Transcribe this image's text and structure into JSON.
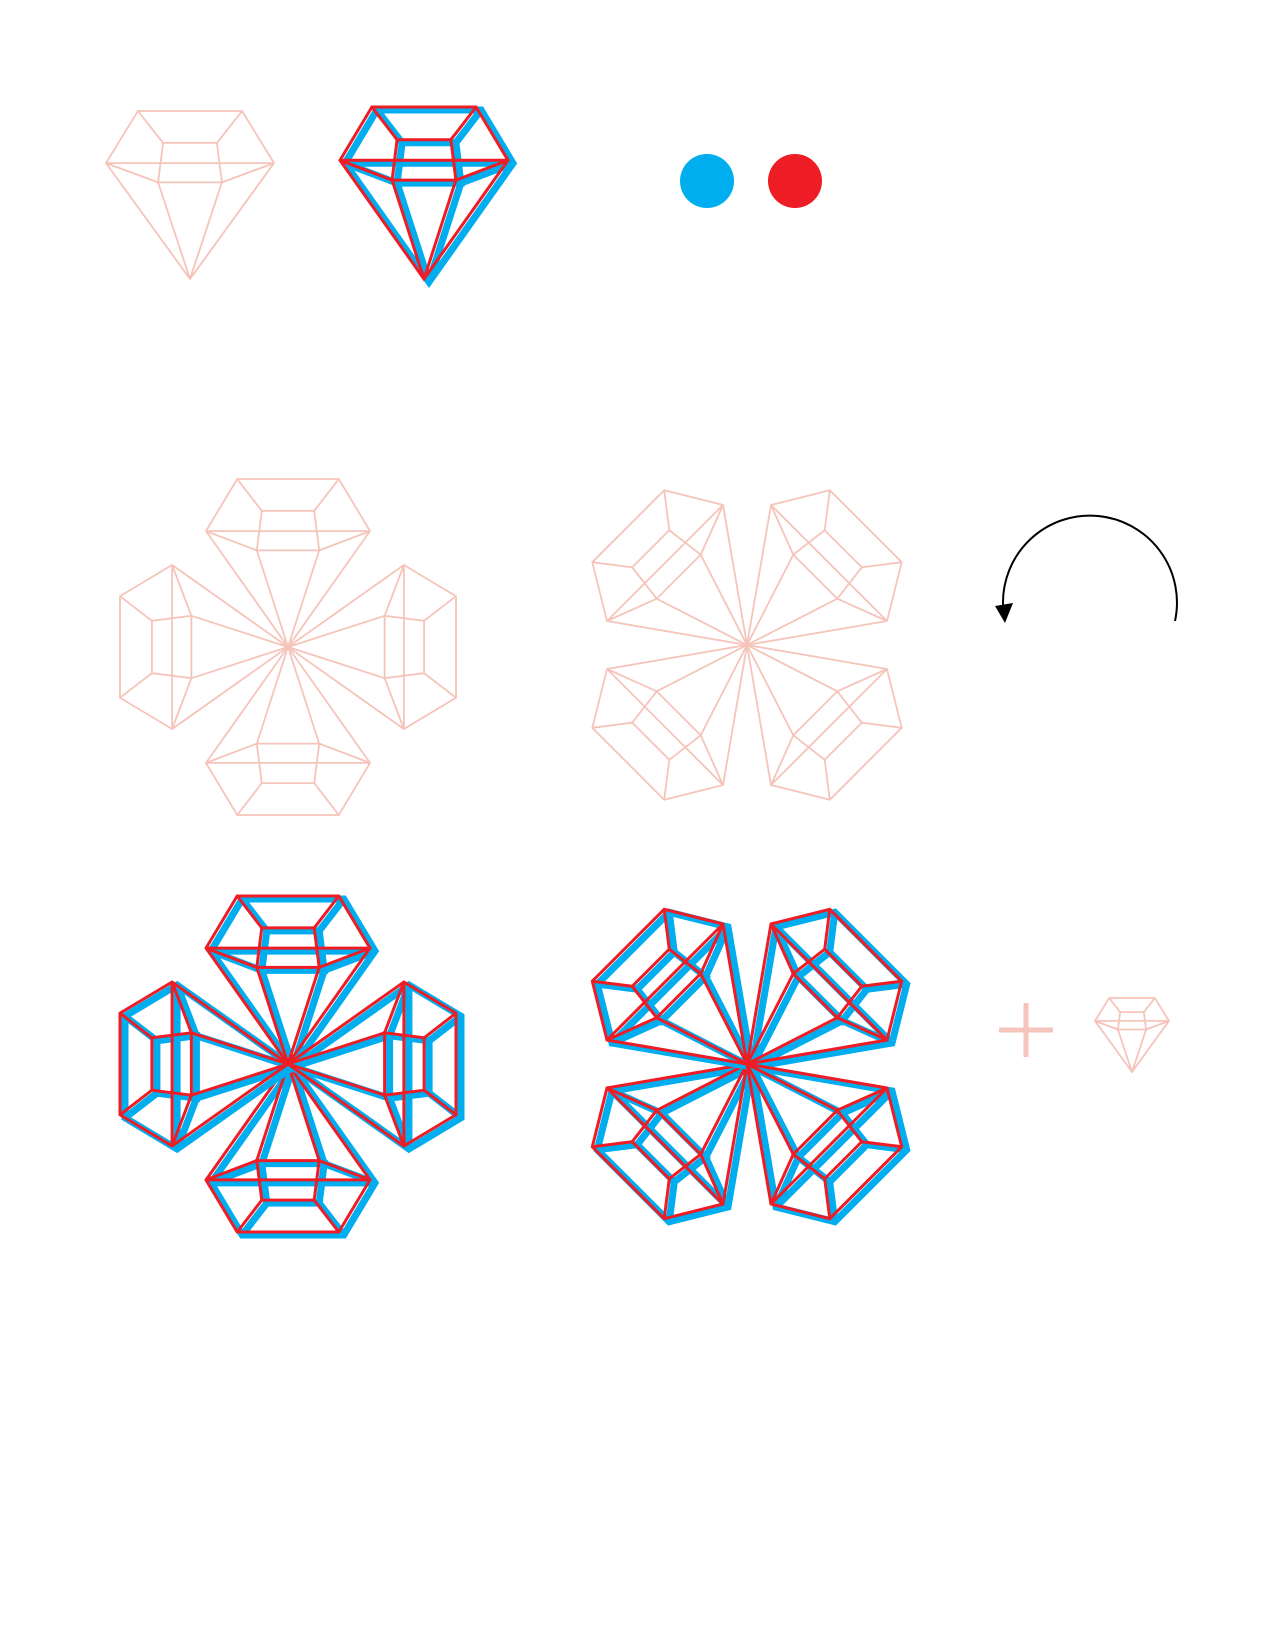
{
  "page": {
    "background": "#ffffff"
  },
  "palette": {
    "pale": "#f5c4ba",
    "blue": "#00aeef",
    "red": "#ee1c25",
    "black": "#000000"
  },
  "gem_shapes": {
    "outline": [
      [
        -1.0,
        -0.38
      ],
      [
        -0.62,
        -1.0
      ],
      [
        0.62,
        -1.0
      ],
      [
        1.0,
        -0.38
      ],
      [
        0.0,
        1.0
      ]
    ],
    "girdle": [
      [
        -1.0,
        -0.38
      ],
      [
        1.0,
        -0.38
      ]
    ],
    "table": [
      [
        -0.32,
        -0.62
      ],
      [
        0.32,
        -0.62
      ],
      [
        0.38,
        -0.15
      ],
      [
        -0.38,
        -0.15
      ]
    ],
    "links": [
      [
        [
          -0.62,
          -1.0
        ],
        [
          -0.32,
          -0.62
        ]
      ],
      [
        [
          0.62,
          -1.0
        ],
        [
          0.32,
          -0.62
        ]
      ],
      [
        [
          -1.0,
          -0.38
        ],
        [
          -0.38,
          -0.15
        ]
      ],
      [
        [
          1.0,
          -0.38
        ],
        [
          0.38,
          -0.15
        ]
      ],
      [
        [
          -0.38,
          -0.15
        ],
        [
          0.0,
          1.0
        ]
      ],
      [
        [
          0.38,
          -0.15
        ],
        [
          0.0,
          1.0
        ]
      ]
    ]
  },
  "panels": [
    {
      "id": "single-gem-outline",
      "kind": "gem",
      "style": "pale"
    },
    {
      "id": "single-gem-duotone",
      "kind": "gem",
      "style": "duotone"
    },
    {
      "id": "blue-swatch",
      "kind": "swatch",
      "color": "blue"
    },
    {
      "id": "red-swatch",
      "kind": "swatch",
      "color": "red"
    },
    {
      "id": "cross-pattern-outline",
      "kind": "flower",
      "rotation_deg": 0,
      "style": "pale"
    },
    {
      "id": "diagonal-pattern-outline",
      "kind": "flower",
      "rotation_deg": 45,
      "style": "pale"
    },
    {
      "id": "rotate-arrow",
      "kind": "arrow",
      "direction": "counter-clockwise"
    },
    {
      "id": "cross-pattern-duotone",
      "kind": "flower",
      "rotation_deg": 0,
      "style": "duotone"
    },
    {
      "id": "diagonal-pattern-duotone",
      "kind": "flower",
      "rotation_deg": 45,
      "style": "duotone"
    },
    {
      "id": "plus-icon",
      "kind": "plus",
      "color": "pale"
    },
    {
      "id": "small-gem-icon",
      "kind": "gem",
      "style": "pale"
    }
  ]
}
